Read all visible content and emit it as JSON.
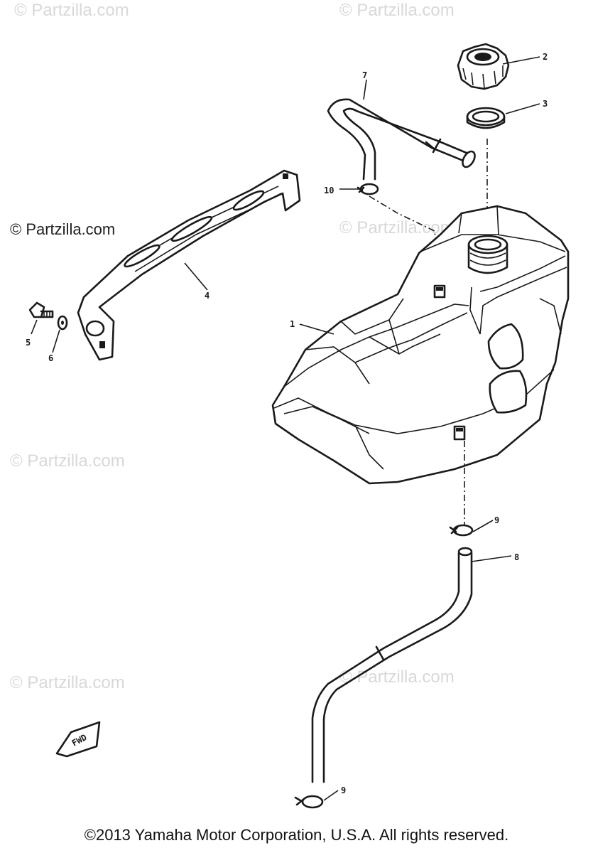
{
  "watermarks": {
    "text": "© Partzilla.com",
    "prominent": "© Partzilla.com"
  },
  "callouts": {
    "c1": "1",
    "c2": "2",
    "c3": "3",
    "c4": "4",
    "c5": "5",
    "c6": "6",
    "c7": "7",
    "c8": "8",
    "c9a": "9",
    "c9b": "9",
    "c10": "10"
  },
  "direction_mark": "FWD",
  "copyright": "©2013 Yamaha Motor Corporation, U.S.A. All rights reserved."
}
